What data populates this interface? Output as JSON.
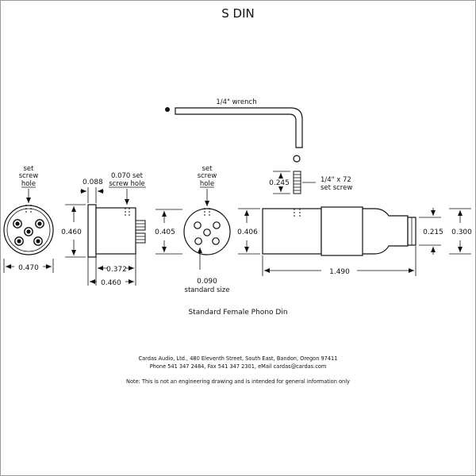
{
  "title": "S DIN",
  "labels": {
    "wrench": "1/4\" wrench",
    "set_screw_hole_1": [
      "set",
      "screw",
      "hole"
    ],
    "set_screw_hole_3": [
      "set",
      "screw",
      "hole"
    ],
    "set_screw_hole_2": "0.070 set screw hole",
    "set_screw_hole_2_line1": "0.070 set",
    "set_screw_hole_2_line2": "screw hole",
    "set_screw_spec_line1": "1/4\" x 72",
    "set_screw_spec_line2": "set screw",
    "standard_size_line1": "0.090",
    "standard_size_line2": "standard size",
    "caption": "Standard Female Phono Din"
  },
  "dimensions": {
    "d_0470": "0.470",
    "d_0460_side": "0.460",
    "d_0088": "0.088",
    "d_0372": "0.372",
    "d_0460_bottom": "0.460",
    "d_0405": "0.405",
    "d_0406": "0.406",
    "d_0245": "0.245",
    "d_1490": "1.490",
    "d_0215": "0.215",
    "d_0300": "0.300"
  },
  "footer": {
    "line1": "Cardas Audio, Ltd., 480 Eleventh Street, South East, Bandon, Oregon 97411",
    "line2": "Phone 541 347 2484, Fax 541 347 2301, eMail cardas@cardas.com",
    "note": "Note:  This is not an engineering drawing and is intended for general information only"
  }
}
